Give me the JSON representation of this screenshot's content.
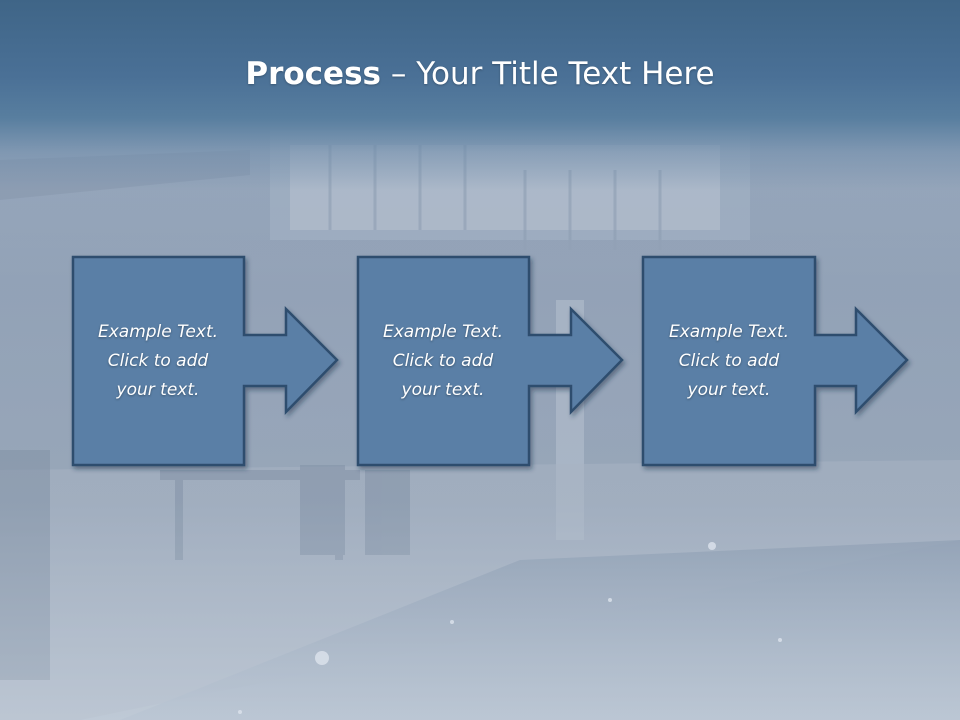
{
  "title": {
    "bold": "Process",
    "rest": " – Your Title Text Here"
  },
  "steps": [
    {
      "text": "Example Text.\nClick  to add\nyour text."
    },
    {
      "text": "Example Text.\nClick  to add\nyour text."
    },
    {
      "text": "Example Text.\nClick  to add\nyour text."
    }
  ],
  "colors": {
    "box_fill": "#5a7fa6",
    "box_border": "#2f4d6e",
    "title_band": "#4a7096",
    "text": "#ffffff"
  }
}
